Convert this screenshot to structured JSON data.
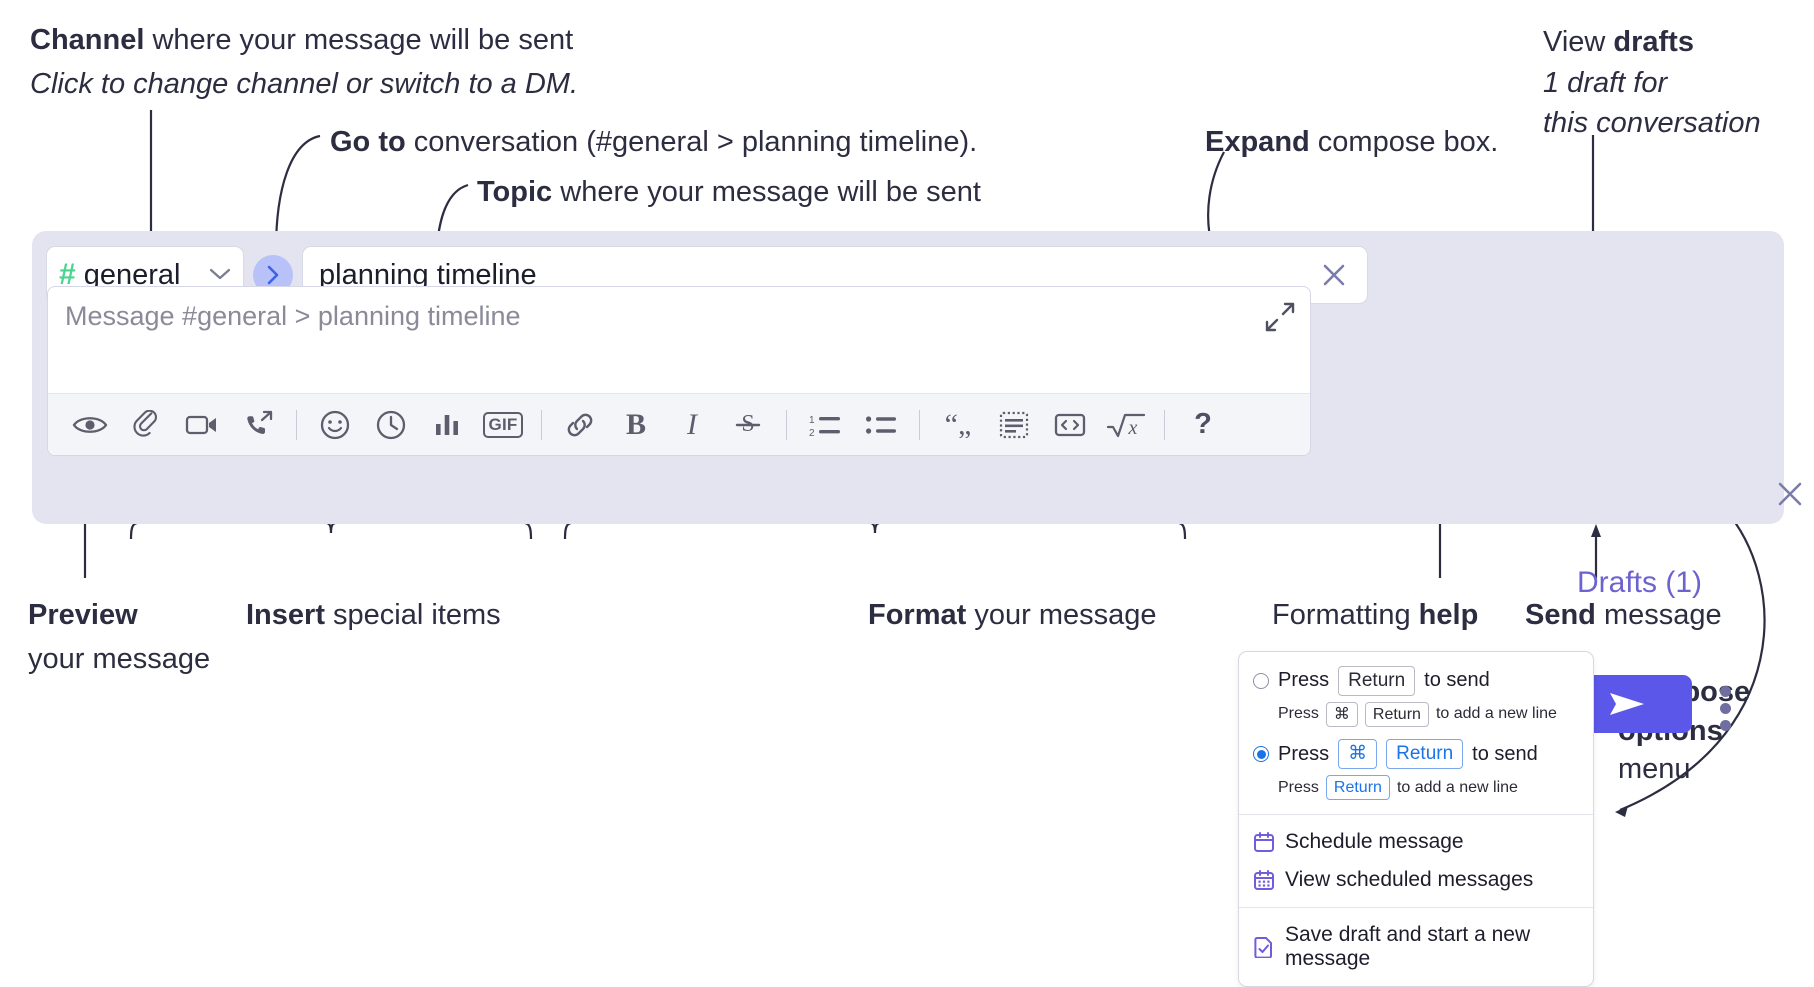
{
  "annotations": {
    "channel": {
      "strong": "Channel",
      "rest": " where your message will be sent",
      "italic": "Click to change channel or switch to a DM."
    },
    "goto": {
      "strong": "Go to",
      "rest": " conversation (#general > planning timeline)."
    },
    "topic": {
      "strong": "Topic",
      "rest": " where your message will be sent"
    },
    "expand": {
      "strong": "Expand",
      "rest": " compose box."
    },
    "drafts": {
      "line1_rest": "View ",
      "line1_strong": "drafts",
      "italic1": "1 draft for",
      "italic2": "this conversation"
    },
    "preview": {
      "strong": "Preview",
      "line2": "your message"
    },
    "insert": {
      "strong": "Insert",
      "rest": " special items"
    },
    "format": {
      "strong": "Format",
      "rest": " your message"
    },
    "formatting_help": {
      "rest": "Formatting ",
      "strong": "help"
    },
    "send": {
      "strong": "Send",
      "rest": " message"
    },
    "compose_options": {
      "line1": "Compose",
      "line2": "options",
      "line3": "menu"
    }
  },
  "compose": {
    "channel_name": "general",
    "channel_hash": "#",
    "topic_value": "planning timeline",
    "editor_placeholder": "Message #general > planning timeline",
    "drafts_label": "Drafts (1)",
    "send_label": "send-arrow",
    "toolbar_insert": [
      {
        "name": "preview-icon",
        "label": "Preview"
      },
      {
        "name": "attachment-icon",
        "label": "Attach file"
      },
      {
        "name": "video-icon",
        "label": "Record video clip"
      },
      {
        "name": "audio-call-icon",
        "label": "Record audio clip"
      },
      {
        "name": "emoji-icon",
        "label": "Emoji"
      },
      {
        "name": "clock-icon",
        "label": "Reminder"
      },
      {
        "name": "poll-icon",
        "label": "Poll"
      },
      {
        "name": "gif-icon",
        "label": "GIF"
      }
    ],
    "toolbar_format": [
      {
        "name": "link-icon",
        "label": "Link"
      },
      {
        "name": "bold-icon",
        "label": "B"
      },
      {
        "name": "italic-icon",
        "label": "I"
      },
      {
        "name": "strikethrough-icon",
        "label": "S"
      },
      {
        "name": "ordered-list-icon",
        "label": "Ordered list"
      },
      {
        "name": "bullet-list-icon",
        "label": "Bulleted list"
      },
      {
        "name": "blockquote-icon",
        "label": "Blockquote"
      },
      {
        "name": "code-block-icon",
        "label": "Code block"
      },
      {
        "name": "inline-code-icon",
        "label": "Code"
      },
      {
        "name": "math-icon",
        "label": "Math"
      }
    ],
    "help_label": "?"
  },
  "menu": {
    "option1": {
      "pre": "Press",
      "key": "Return",
      "post": "to send",
      "sub_pre": "Press",
      "sub_key1": "⌘",
      "sub_key2": "Return",
      "sub_post": "to add a new line",
      "selected": false
    },
    "option2": {
      "pre": "Press",
      "key1": "⌘",
      "key2": "Return",
      "post": "to send",
      "sub_pre": "Press",
      "sub_key": "Return",
      "sub_post": "to add a new line",
      "selected": true
    },
    "items": [
      {
        "icon": "calendar-schedule-icon",
        "label": "Schedule message"
      },
      {
        "icon": "calendar-grid-icon",
        "label": "View scheduled messages"
      },
      {
        "icon": "save-draft-icon",
        "label": "Save draft and start a new message"
      }
    ]
  },
  "colors": {
    "panel_bg": "#e3e4f0",
    "send_purple": "#5b57e8",
    "hash_green": "#4ad48e",
    "goto_blue": "#3a63e8",
    "drafts_purple": "#6b63cf",
    "menu_icon_purple": "#6f5ddb",
    "radio_blue": "#1a73e8"
  }
}
